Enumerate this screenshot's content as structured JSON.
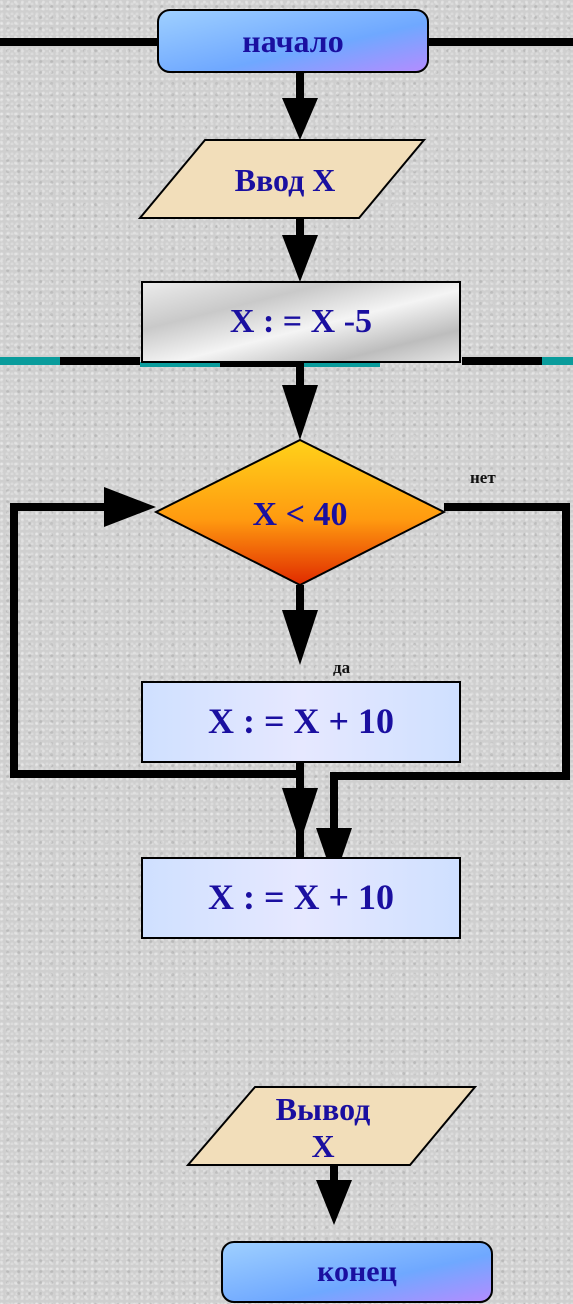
{
  "flowchart": {
    "start": "начало",
    "input": "Ввод X",
    "assign1": "X : = X -5",
    "decision": "X < 40",
    "yes": "да",
    "no": "нет",
    "assign2": "X : = X + 10",
    "assign3": "X : = X + 10",
    "output": "Вывод X",
    "end": "конец"
  },
  "colors": {
    "text": "#1a0fa0",
    "terminator": "#6fa8ff",
    "io": "#f2deba",
    "process": "#dde3ff",
    "decision_top": "#ffd21a",
    "decision_bottom": "#e02a00",
    "line": "#000000",
    "teal": "#0a9c9c"
  }
}
